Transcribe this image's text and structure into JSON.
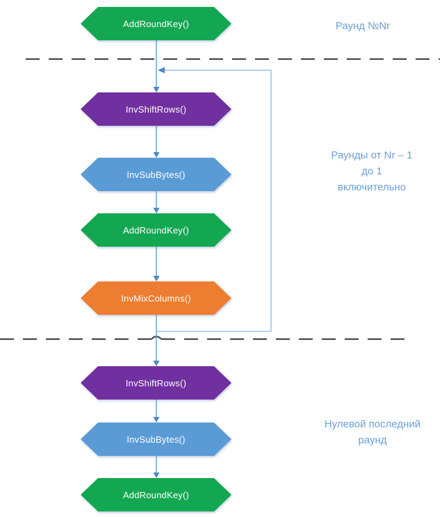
{
  "diagram": {
    "subject": "AES inverse cipher (decryption) round flow"
  },
  "nodes": [
    {
      "id": "addroundkey-round-nr",
      "label": "AddRoundKey()",
      "color_key": "green"
    },
    {
      "id": "invshiftrows-main",
      "label": "InvShiftRows()",
      "color_key": "purple"
    },
    {
      "id": "invsubbytes-main",
      "label": "InvSubBytes()",
      "color_key": "blue"
    },
    {
      "id": "addroundkey-main",
      "label": "AddRoundKey()",
      "color_key": "green"
    },
    {
      "id": "invmixcolumns",
      "label": "InvMixColumns()",
      "color_key": "orange"
    },
    {
      "id": "invshiftrows-final",
      "label": "InvShiftRows()",
      "color_key": "purple"
    },
    {
      "id": "invsubbytes-final",
      "label": "InvSubBytes()",
      "color_key": "blue"
    },
    {
      "id": "addroundkey-final",
      "label": "AddRoundKey()",
      "color_key": "green"
    }
  ],
  "side_labels": {
    "top": "Раунд №Nr",
    "middle_line1": "Раунды от Nr – 1",
    "middle_line2": "до 1",
    "middle_line3": "включительно",
    "bottom_line1": "Нулевой последний",
    "bottom_line2": "раунд"
  },
  "colors": {
    "green": "#14a751",
    "purple": "#7030a0",
    "blue": "#5b9bd5",
    "orange": "#ed7d31",
    "connector_line": "#5b9bd5",
    "loop_line": "#8ab7e0",
    "arrowhead": "#4a86c8",
    "divider": "#474747",
    "label_text": "#6b9fd4",
    "node_text": "#ffffff",
    "background": "#ffffff"
  }
}
